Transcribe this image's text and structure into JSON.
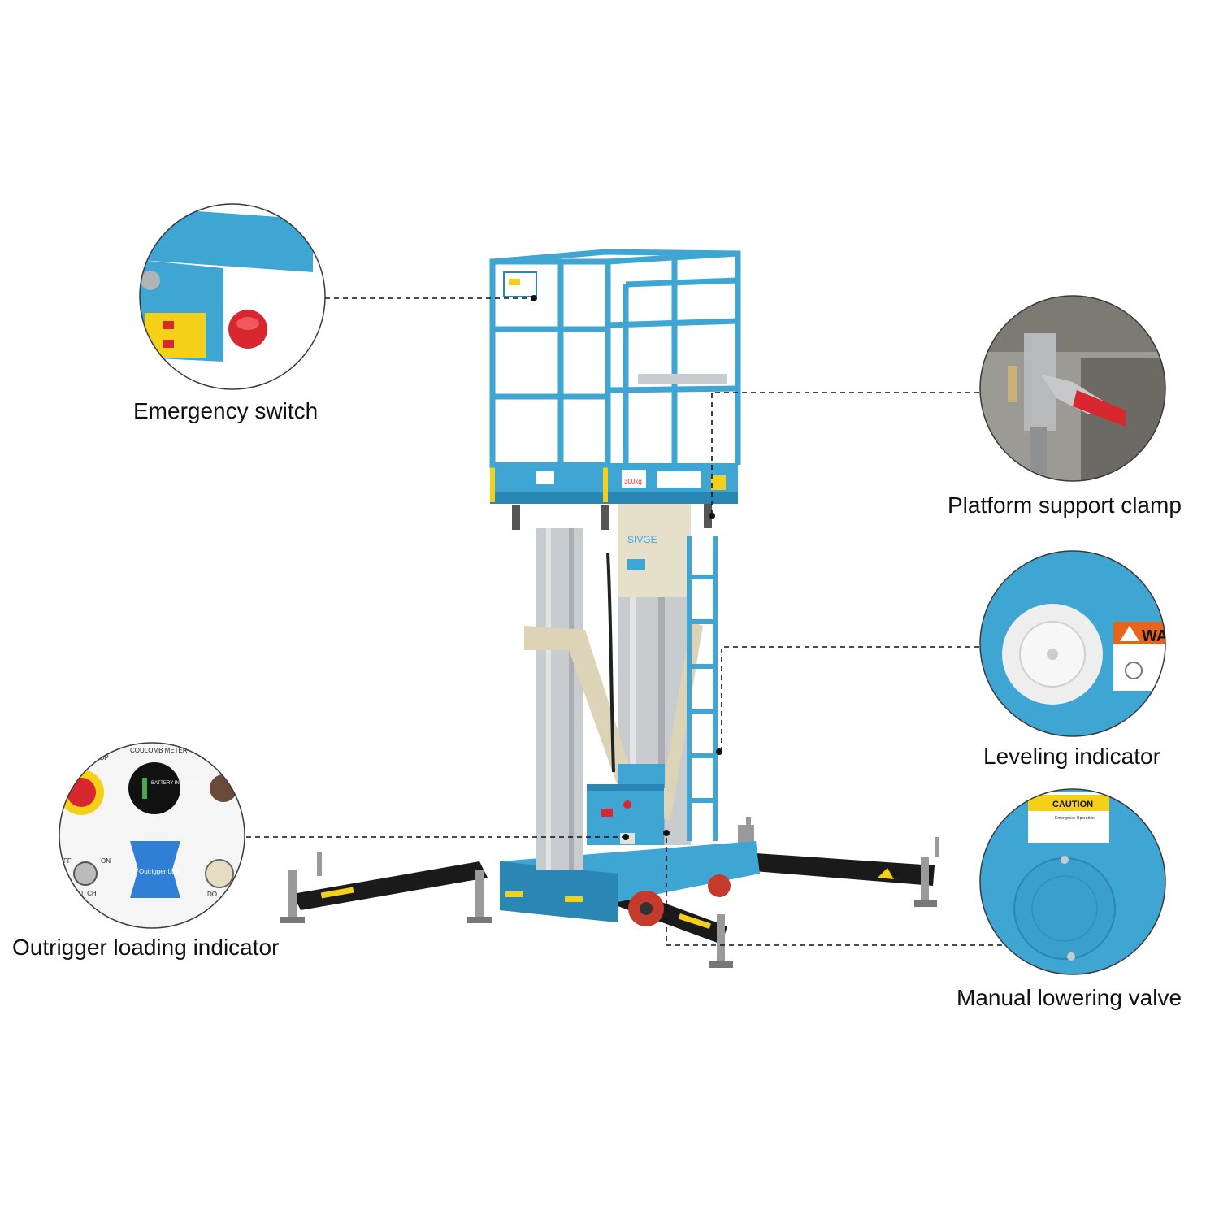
{
  "labels": {
    "emergency_switch": "Emergency switch",
    "platform_support_clamp": "Platform support clamp",
    "leveling_indicator": "Leveling indicator",
    "outrigger_loading_indicator": "Outrigger loading indicator",
    "manual_lowering_valve": "Manual lowering valve"
  },
  "detail_text": {
    "coulomb_meter": "COULOMB METER",
    "stop": "STOP",
    "battery_indicator": "BATTERY INDICATOR",
    "outrigger_led": "Outrigger LED",
    "on": "ON",
    "off": "FF",
    "switch": "ITCH",
    "down": "DO",
    "caution": "CAUTION",
    "emergency_operation": "Emergency Operation",
    "warning_fragment": "WA",
    "brand": "SIVGE",
    "capacity": "300kg"
  },
  "colors": {
    "machine_blue": "#3fa6d4",
    "machine_blue_dark": "#2a86b3",
    "mast_silver": "#c9ccce",
    "beige": "#ddd3b6",
    "black": "#1a1a1a",
    "red": "#d8272e",
    "caution_yellow": "#f4d018"
  }
}
